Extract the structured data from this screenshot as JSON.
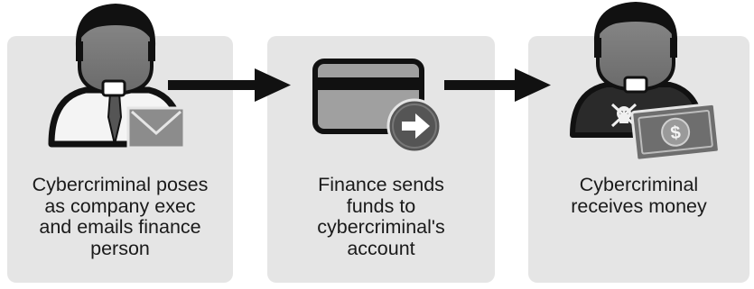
{
  "steps": [
    {
      "caption": "Cybercriminal poses\nas company exec\nand emails finance\nperson"
    },
    {
      "caption": "Finance sends\nfunds to\ncybercriminal's\naccount"
    },
    {
      "caption": "Cybercriminal\nreceives money"
    }
  ],
  "icons": [
    "executive-with-email-icon",
    "credit-card-transfer-icon",
    "cybercriminal-with-money-icon"
  ],
  "colors": {
    "panel": "#e5e5e5",
    "arrow": "#111111",
    "text": "#1a1a1a"
  }
}
